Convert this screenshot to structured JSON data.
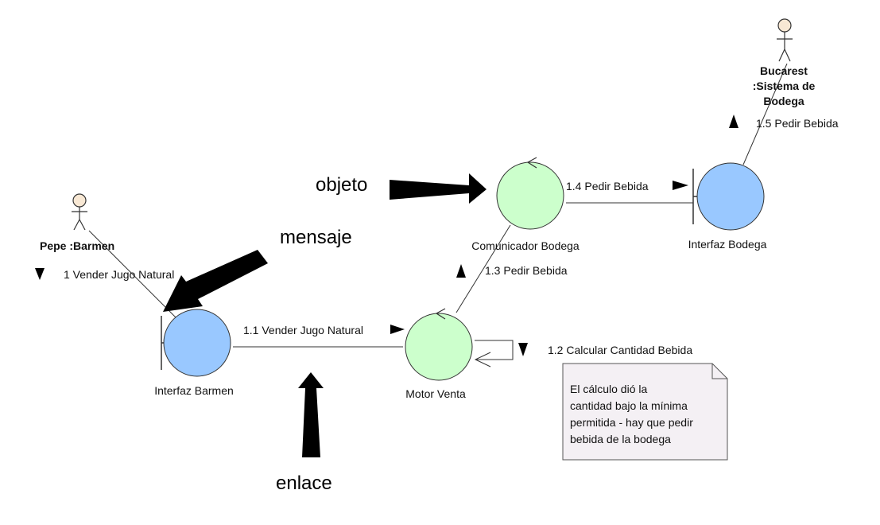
{
  "actors": {
    "pepe": {
      "name": "Pepe :Barmen"
    },
    "bucarest": {
      "name_lines": [
        "Bucarest",
        ":Sistema de",
        "Bodega"
      ]
    }
  },
  "objects": {
    "interfaz_barmen": {
      "name": "Interfaz Barmen",
      "kind": "boundary",
      "color": "#99c8ff"
    },
    "motor_venta": {
      "name": "Motor Venta",
      "kind": "control",
      "color": "#ccffcc"
    },
    "comunicador_bodega": {
      "name": "Comunicador Bodega",
      "kind": "control",
      "color": "#ccffcc"
    },
    "interfaz_bodega": {
      "name": "Interfaz Bodega",
      "kind": "boundary",
      "color": "#99c8ff"
    }
  },
  "messages": {
    "m1": "1 Vender Jugo Natural",
    "m1_1": "1.1 Vender Jugo Natural",
    "m1_2": "1.2 Calcular Cantidad Bebida",
    "m1_3": "1.3 Pedir Bebida",
    "m1_4": "1.4 Pedir Bebida",
    "m1_5": "1.5 Pedir Bebida"
  },
  "note": {
    "lines": [
      "El cálculo dió la",
      "cantidad bajo la mínima",
      "permitida - hay que pedir",
      "bebida de la bodega"
    ],
    "color": "#f4f0f4"
  },
  "callouts": {
    "objeto": "objeto",
    "mensaje": "mensaje",
    "enlace": "enlace"
  }
}
